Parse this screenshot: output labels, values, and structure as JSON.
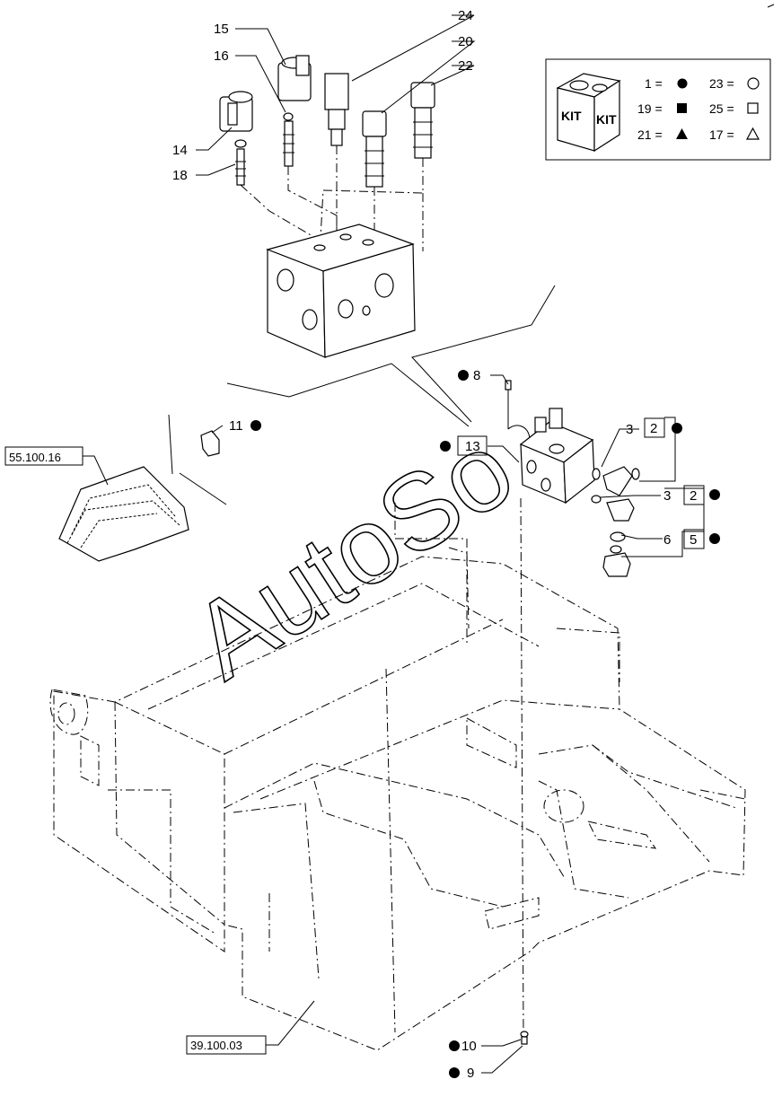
{
  "callouts": {
    "c15": "15",
    "c16": "16",
    "c14": "14",
    "c18": "18",
    "c24": "24",
    "c20": "20",
    "c22": "22",
    "c8": "8",
    "c11": "11",
    "c13": "13",
    "c3a": "3",
    "c2a": "2",
    "c3b": "3",
    "c2b": "2",
    "c6": "6",
    "c5": "5",
    "c10": "10",
    "c9": "9"
  },
  "references": {
    "ref1": "55.100.16",
    "ref2": "39.100.03"
  },
  "kit_legend": {
    "kit_word_left": "KIT",
    "kit_word_right": "KIT",
    "rows": [
      {
        "left": "1 =",
        "left_symbol": "filled-circle",
        "right": "23 =",
        "right_symbol": "open-circle"
      },
      {
        "left": "19 =",
        "left_symbol": "filled-square",
        "right": "25 =",
        "right_symbol": "open-square"
      },
      {
        "left": "21 =",
        "left_symbol": "filled-triangle",
        "right": "17 =",
        "right_symbol": "open-triangle"
      }
    ]
  },
  "watermark": "AutoSo"
}
